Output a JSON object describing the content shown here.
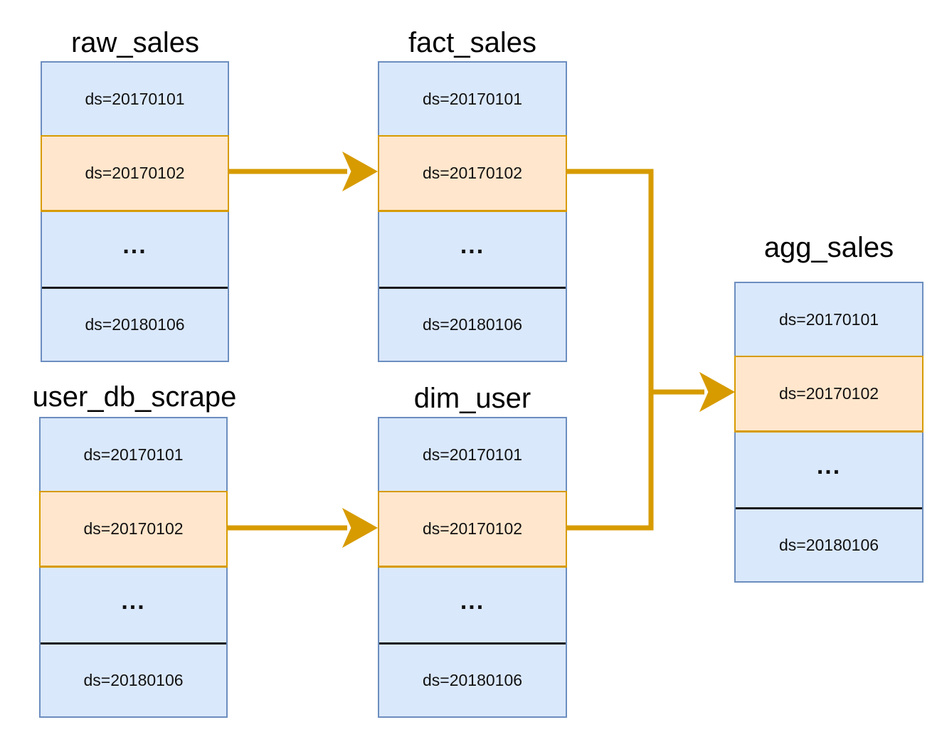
{
  "colors": {
    "partition_fill": "#dae8fc",
    "partition_border": "#6c8ebf",
    "highlight_fill": "#ffe6cc",
    "highlight_border": "#d79b00",
    "arrow": "#d79b00"
  },
  "tables": {
    "raw_sales": {
      "title": "raw_sales",
      "partitions": [
        "ds=20170101",
        "ds=20170102",
        "...",
        "ds=20180106"
      ]
    },
    "fact_sales": {
      "title": "fact_sales",
      "partitions": [
        "ds=20170101",
        "ds=20170102",
        "...",
        "ds=20180106"
      ]
    },
    "user_db_scrape": {
      "title": "user_db_scrape",
      "partitions": [
        "ds=20170101",
        "ds=20170102",
        "...",
        "ds=20180106"
      ]
    },
    "dim_user": {
      "title": "dim_user",
      "partitions": [
        "ds=20170101",
        "ds=20170102",
        "...",
        "ds=20180106"
      ]
    },
    "agg_sales": {
      "title": "agg_sales",
      "partitions": [
        "ds=20170101",
        "ds=20170102",
        "...",
        "ds=20180106"
      ]
    }
  },
  "flows": [
    {
      "from": "raw_sales",
      "to": "fact_sales",
      "partition": "ds=20170102"
    },
    {
      "from": "user_db_scrape",
      "to": "dim_user",
      "partition": "ds=20170102"
    },
    {
      "from": "fact_sales",
      "to": "agg_sales",
      "partition": "ds=20170102"
    },
    {
      "from": "dim_user",
      "to": "agg_sales",
      "partition": "ds=20170102"
    }
  ]
}
